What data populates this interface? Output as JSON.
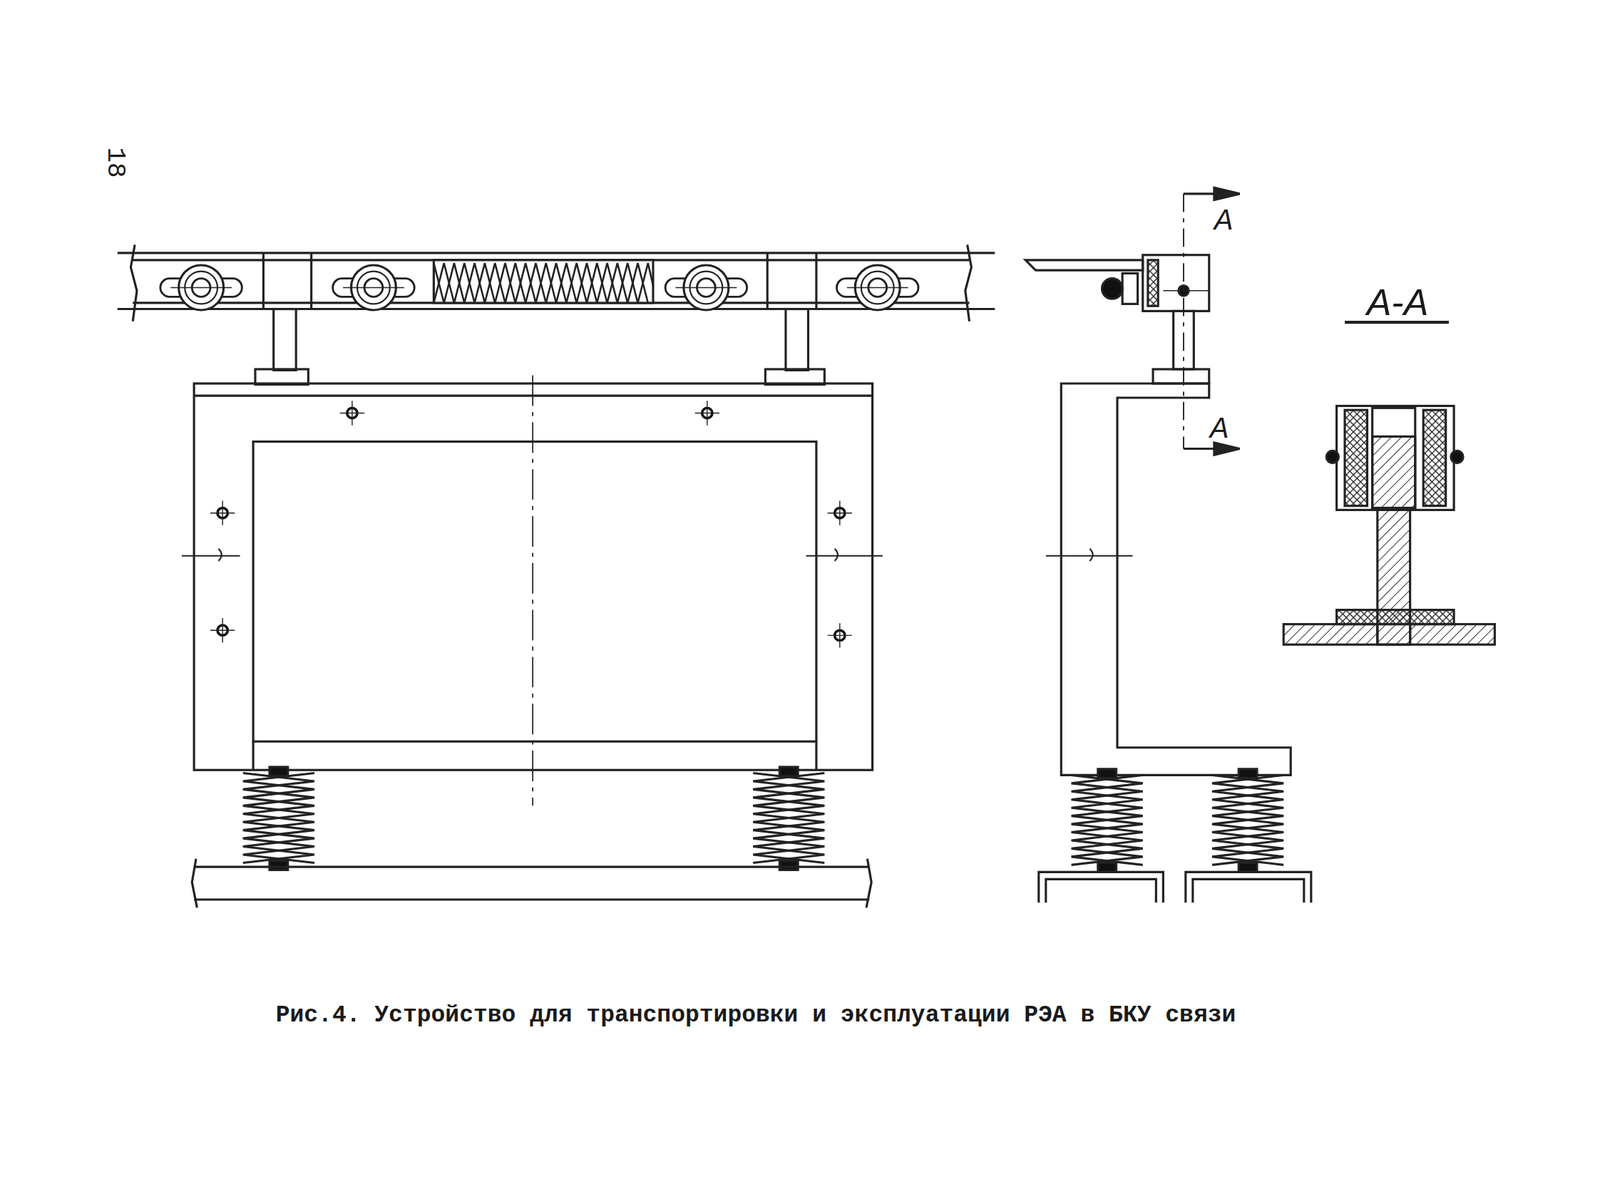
{
  "diagram": {
    "caption": "Рис.4. Устройство для транспортировки и эксплуатации РЭА в БКУ связи",
    "labels": [
      "18",
      "A",
      "A",
      "A-A"
    ]
  }
}
